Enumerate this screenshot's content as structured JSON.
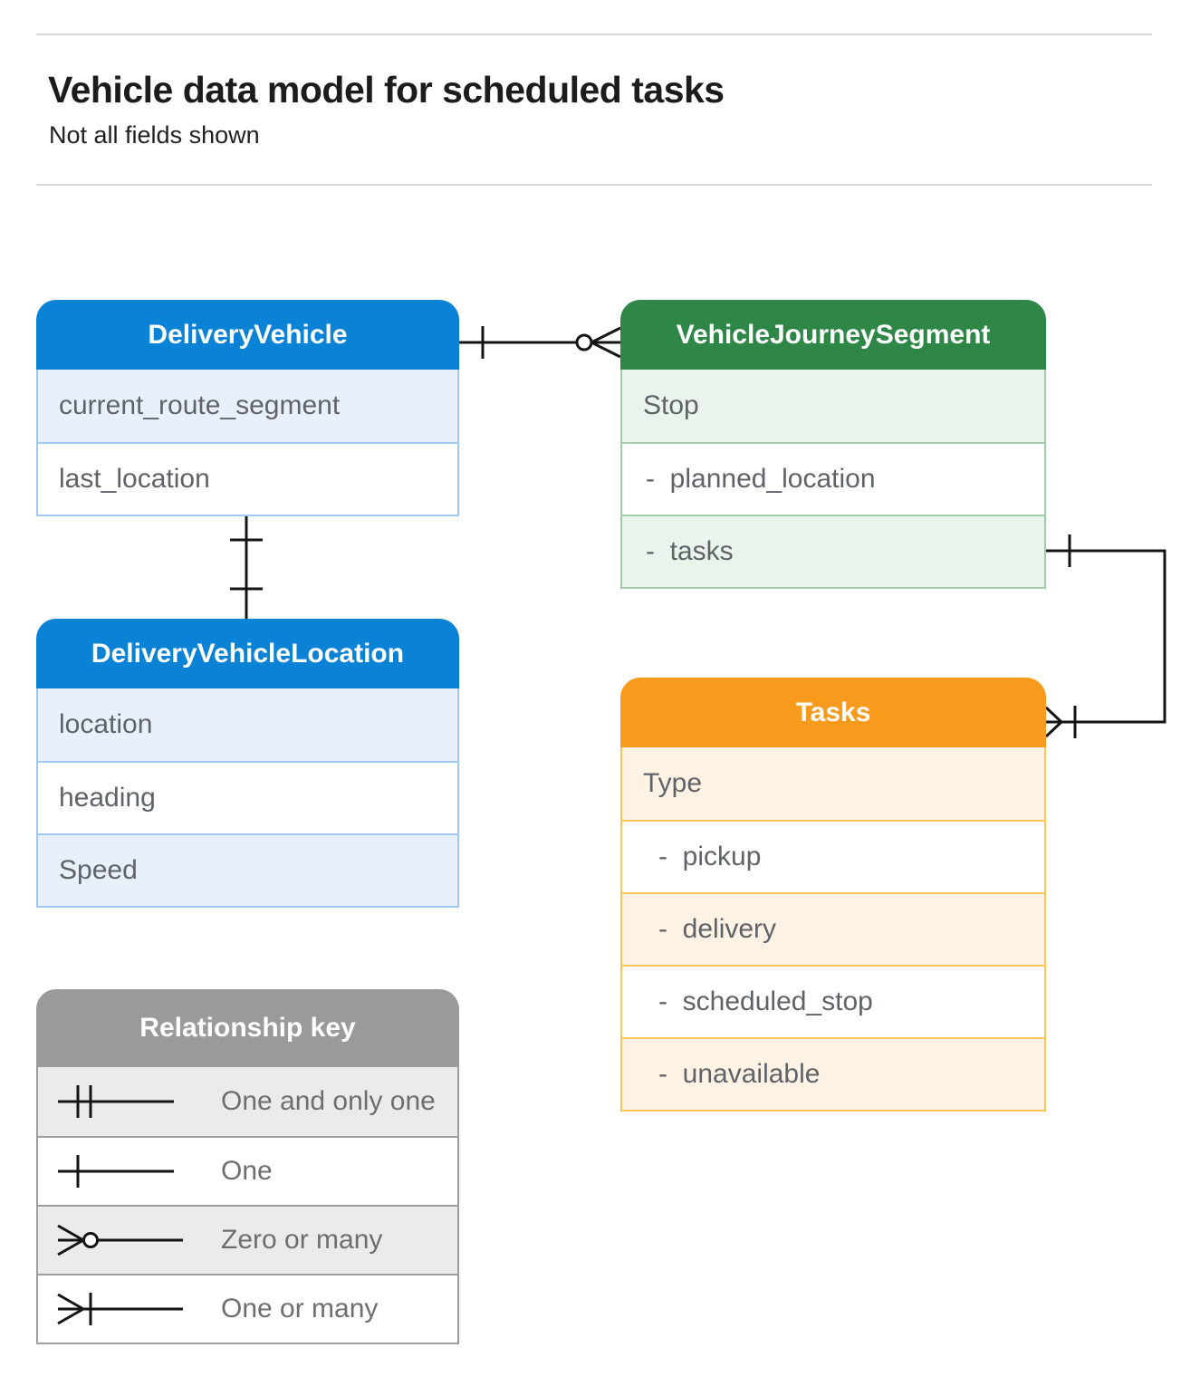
{
  "page": {
    "title": "Vehicle data model for scheduled tasks",
    "subtitle": "Not all fields shown"
  },
  "entities": [
    {
      "title": "DeliveryVehicle",
      "fields": [
        "current_route_segment",
        "last_location"
      ]
    },
    {
      "title": "VehicleJourneySegment",
      "fields": [
        "Stop",
        "-  planned_location",
        "-  tasks"
      ]
    },
    {
      "title": "DeliveryVehicleLocation",
      "fields": [
        "location",
        "heading",
        "Speed"
      ]
    },
    {
      "title": "Tasks",
      "fields": [
        "Type",
        "-  pickup",
        "-  delivery",
        "-  scheduled_stop",
        "-  unavailable"
      ]
    }
  ],
  "relationships": [
    {
      "from": "DeliveryVehicle",
      "to": "VehicleJourneySegment",
      "from_cardinality": "one",
      "to_cardinality": "zero-or-many"
    },
    {
      "from": "DeliveryVehicle",
      "to": "DeliveryVehicleLocation",
      "from_cardinality": "one",
      "to_cardinality": "one"
    },
    {
      "from": "VehicleJourneySegment.tasks",
      "to": "Tasks",
      "from_cardinality": "one",
      "to_cardinality": "one-or-many"
    }
  ],
  "legend": {
    "title": "Relationship key",
    "items": [
      {
        "symbol": "one-and-only-one",
        "label": "One and only one"
      },
      {
        "symbol": "one",
        "label": "One"
      },
      {
        "symbol": "zero-or-many",
        "label": "Zero or many"
      },
      {
        "symbol": "one-or-many",
        "label": "One or many"
      }
    ]
  },
  "colors": {
    "blue_header": "#0a82d5",
    "blue_tint": "#e8f1fb",
    "green_header": "#2e8747",
    "green_tint": "#e9f4ec",
    "orange_header": "#f89a1c",
    "orange_tint": "#fdf2e3",
    "gray_header": "#9a9a9a",
    "gray_tint": "#ebebeb",
    "field_text": "#5f6368",
    "connector": "#141414"
  }
}
